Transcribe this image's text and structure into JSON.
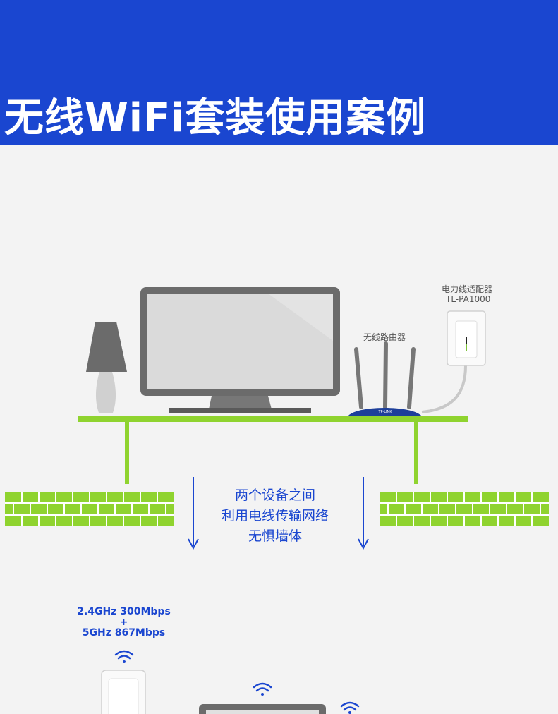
{
  "header": {
    "title": "无线WiFi套装使用案例",
    "background": "#1a46d0"
  },
  "labels": {
    "adapter_name": "电力线适配器",
    "adapter_model": "TL-PA1000",
    "router_name": "无线路由器",
    "router_brand": "TP-LINK"
  },
  "center_text": {
    "line1": "两个设备之间",
    "line2": "利用电线传输网络",
    "line3": "无惧墙体"
  },
  "speed": {
    "line1": "2.4GHz 300Mbps",
    "line2": "+",
    "line3": "5GHz 867Mbps"
  },
  "colors": {
    "accent": "#1a46d0",
    "green": "#8fd32f",
    "gray": "#6b6b6b"
  }
}
